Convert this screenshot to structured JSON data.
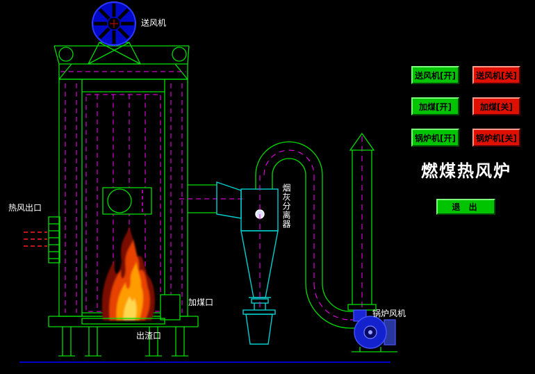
{
  "title": "燃煤热风炉",
  "diagram": {
    "labels": {
      "blower_fan": "送风机",
      "hot_air_outlet": "热风出口",
      "coal_feed_port": "加煤口",
      "slag_outlet": "出渣口",
      "ash_separator": "烟灰分离器",
      "boiler_fan": "锅炉风机"
    }
  },
  "controls": {
    "blower_on": "送风机[开]",
    "blower_off": "送风机[关]",
    "coal_feed_on": "加煤[开]",
    "coal_feed_off": "加煤[关]",
    "boiler_on": "锅炉机[开]",
    "boiler_off": "锅炉机[关]",
    "exit": "退 出"
  },
  "colors": {
    "background": "#000000",
    "outline_green": "#00dd00",
    "centerline_magenta": "#ff00ff",
    "cyclone_cyan": "#00cfcf",
    "fan_blue": "#1322cc",
    "flow_red": "#ff2020",
    "button_on_green": "#00c400",
    "button_off_red": "#e01000",
    "title_white": "#ffffff"
  }
}
